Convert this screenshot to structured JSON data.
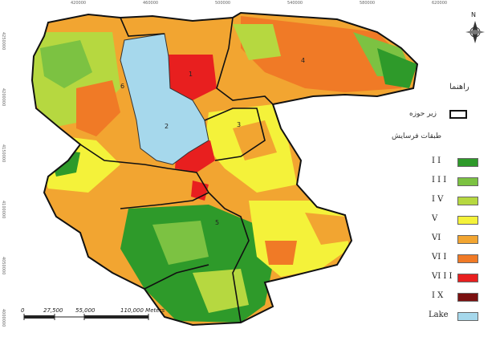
{
  "map": {
    "north_label": "N",
    "legend_title": "راهنما",
    "boundary_label": "زیر حوزه",
    "classes_title": "طبقات فرسایش",
    "classes": [
      {
        "label": "I I",
        "color": "#2e9a2a"
      },
      {
        "label": "I I I",
        "color": "#7cc242"
      },
      {
        "label": "I V",
        "color": "#b6d840"
      },
      {
        "label": "V",
        "color": "#f4f23a"
      },
      {
        "label": "VI",
        "color": "#f2a531"
      },
      {
        "label": "VI I",
        "color": "#f07a26"
      },
      {
        "label": "VI I I",
        "color": "#e81f1f"
      },
      {
        "label": "I X",
        "color": "#7a1010"
      },
      {
        "label": "Lake",
        "color": "#a6d8ec"
      }
    ],
    "scale": {
      "labels": [
        "0",
        "27,500",
        "55,000",
        "110,000 Meters"
      ]
    },
    "top_ticks": [
      "420000",
      "460000",
      "500000",
      "540000",
      "580000",
      "620000"
    ],
    "left_ticks": [
      "4250000",
      "4200000",
      "4150000",
      "4100000",
      "4050000",
      "4000000"
    ],
    "subbasin_numbers": [
      "1",
      "2",
      "3",
      "4",
      "5",
      "6"
    ]
  }
}
